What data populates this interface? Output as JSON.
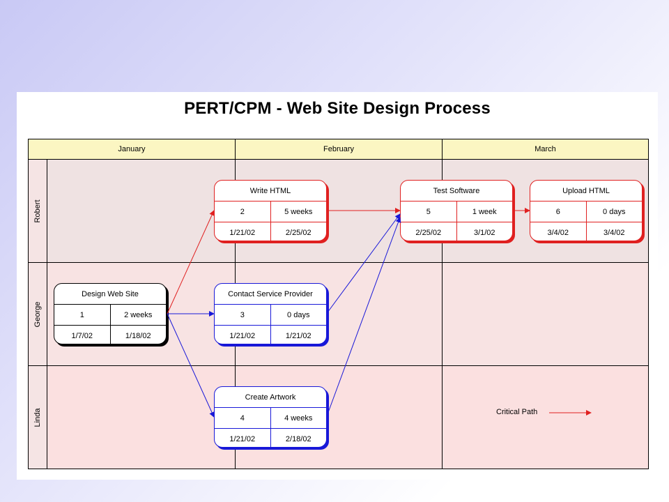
{
  "title": "PERT/CPM - Web Site Design Process",
  "months": [
    "January",
    "February",
    "March"
  ],
  "lanes": [
    "Robert",
    "George",
    "Linda"
  ],
  "legend": {
    "label": "Critical Path"
  },
  "colors": {
    "critical": "#e02020",
    "normal": "#1818d8",
    "start": "#000000"
  },
  "nodes": [
    {
      "id": "1",
      "title": "Design Web Site",
      "duration": "2 weeks",
      "start": "1/7/02",
      "end": "1/18/02",
      "path": "start"
    },
    {
      "id": "2",
      "title": "Write HTML",
      "duration": "5 weeks",
      "start": "1/21/02",
      "end": "2/25/02",
      "path": "critical"
    },
    {
      "id": "3",
      "title": "Contact Service Provider",
      "duration": "0 days",
      "start": "1/21/02",
      "end": "1/21/02",
      "path": "normal"
    },
    {
      "id": "4",
      "title": "Create Artwork",
      "duration": "4 weeks",
      "start": "1/21/02",
      "end": "2/18/02",
      "path": "normal"
    },
    {
      "id": "5",
      "title": "Test Software",
      "duration": "1 week",
      "start": "2/25/02",
      "end": "3/1/02",
      "path": "critical"
    },
    {
      "id": "6",
      "title": "Upload HTML",
      "duration": "0 days",
      "start": "3/4/02",
      "end": "3/4/02",
      "path": "critical"
    }
  ]
}
